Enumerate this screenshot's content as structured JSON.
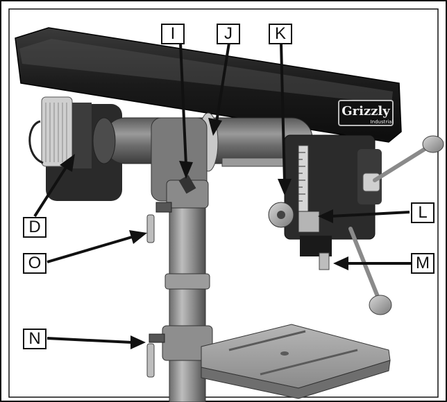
{
  "figure": {
    "brand_label": "Grizzly",
    "brand_sublabel": "Industrial",
    "callouts": [
      {
        "id": "I",
        "label": "I"
      },
      {
        "id": "J",
        "label": "J"
      },
      {
        "id": "K",
        "label": "K"
      },
      {
        "id": "L",
        "label": "L"
      },
      {
        "id": "M",
        "label": "M"
      },
      {
        "id": "D",
        "label": "D"
      },
      {
        "id": "O",
        "label": "O"
      },
      {
        "id": "N",
        "label": "N"
      }
    ]
  }
}
